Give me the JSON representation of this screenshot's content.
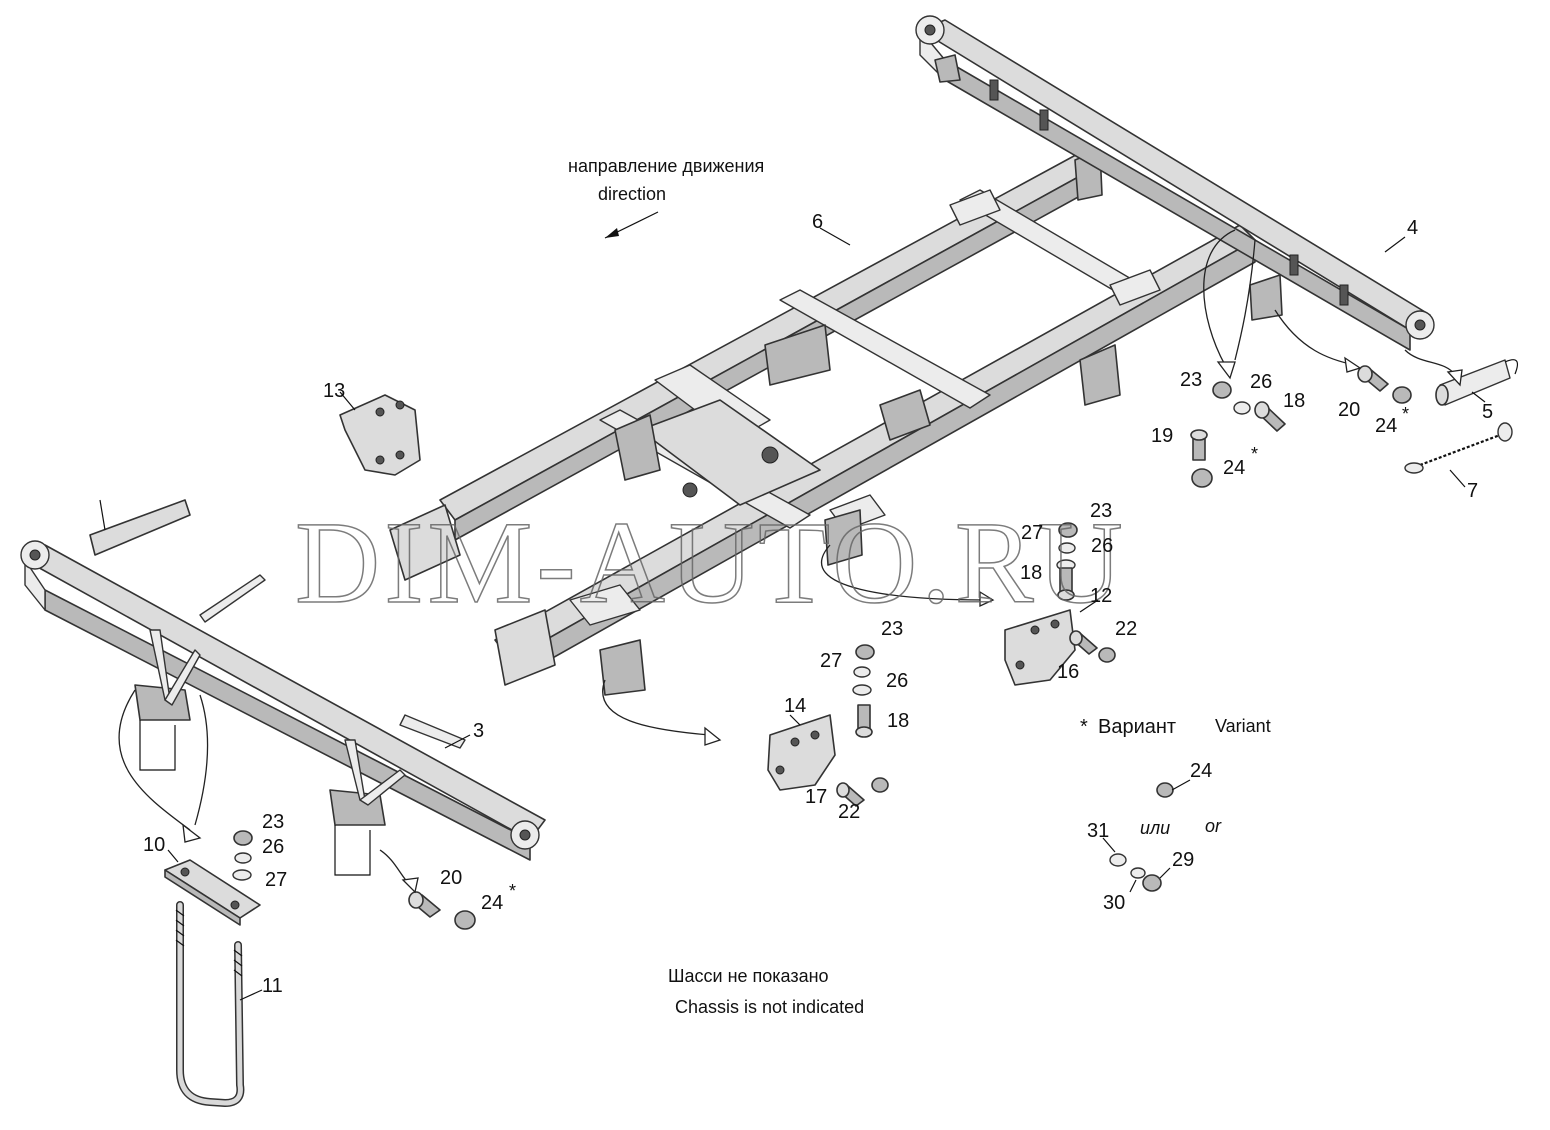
{
  "watermark": "DIM-AUTO.RU",
  "direction": {
    "ru": "направление движения",
    "en": "direction"
  },
  "note_chassis": {
    "ru": "Шасси не показано",
    "en": "Chassis is not indicated"
  },
  "variant": {
    "star": "*",
    "ru": "Вариант",
    "en": "Variant",
    "or_ru": "или",
    "or_en": "or"
  },
  "callouts": {
    "c3": "3",
    "c4": "4",
    "c5": "5",
    "c6": "6",
    "c7": "7",
    "c10": "10",
    "c11": "11",
    "c12": "12",
    "c13": "13",
    "c14": "14",
    "c16": "16",
    "c17": "17",
    "c18a": "18",
    "c18b": "18",
    "c18c": "18",
    "c19": "19",
    "c20a": "20",
    "c20b": "20",
    "c22a": "22",
    "c22b": "22",
    "c23a": "23",
    "c23b": "23",
    "c23c": "23",
    "c23d": "23",
    "c24a": "24",
    "c24b": "24",
    "c24c": "24",
    "c24d": "24",
    "c26a": "26",
    "c26b": "26",
    "c26c": "26",
    "c26d": "26",
    "c27a": "27",
    "c27b": "27",
    "c27c": "27",
    "c29": "29",
    "c30": "30",
    "c31": "31",
    "star": "*"
  }
}
